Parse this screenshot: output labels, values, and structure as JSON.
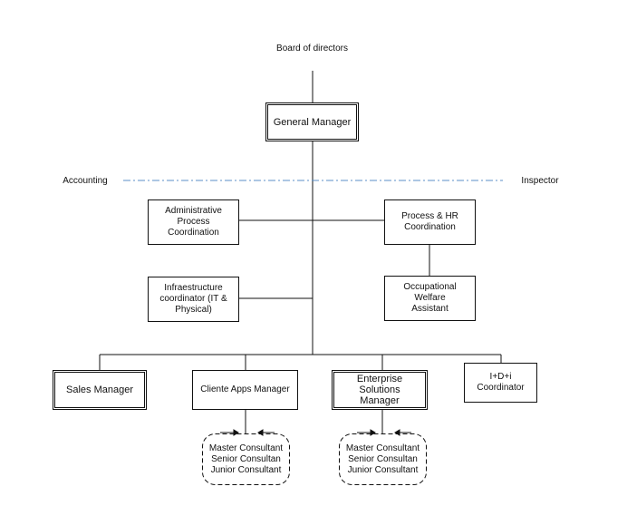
{
  "org": {
    "board": "Board of directors",
    "general_manager": "General Manager",
    "accounting": "Accounting",
    "inspector": "Inspector",
    "admin_process": "Administrative Process\nCoordination",
    "process_hr": "Process & HR\nCoordination",
    "infrastructure": "Infraestructure\ncoordinator (IT &\nPhysical)",
    "occupational": "Occupational Welfare\nAssistant",
    "sales_manager": "Sales Manager",
    "cliente_apps": "Cliente Apps Manager",
    "enterprise": "Enterprise Solutions\nManager",
    "idi": "I+D+i Coordinator",
    "team_left": "Master Consultant\nSenior Consultan\nJunior Consultant",
    "team_right": "Master Consultant\nSenior Consultan\nJunior Consultant"
  },
  "colors": {
    "line": "#111111",
    "dotted_link": "#5b8fc7"
  }
}
